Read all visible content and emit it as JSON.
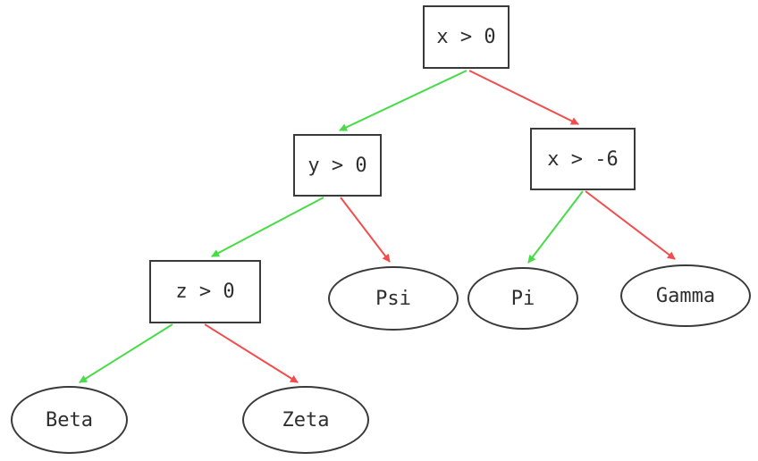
{
  "diagram": {
    "type": "decision-tree",
    "colors": {
      "true_branch": "#47db47",
      "false_branch": "#f34c4c",
      "node_border": "#3a3a3a",
      "node_text": "#2f2f2f",
      "background": "#ffffff"
    },
    "nodes": [
      {
        "id": "root",
        "label": "x > 0",
        "shape": "rect",
        "type": "decision"
      },
      {
        "id": "y0",
        "label": "y > 0",
        "shape": "rect",
        "type": "decision"
      },
      {
        "id": "xm6",
        "label": "x > -6",
        "shape": "rect",
        "type": "decision"
      },
      {
        "id": "z0",
        "label": "z > 0",
        "shape": "rect",
        "type": "decision"
      },
      {
        "id": "psi",
        "label": "Psi",
        "shape": "ellipse",
        "type": "leaf"
      },
      {
        "id": "pi",
        "label": "Pi",
        "shape": "ellipse",
        "type": "leaf"
      },
      {
        "id": "gamma",
        "label": "Gamma",
        "shape": "ellipse",
        "type": "leaf"
      },
      {
        "id": "beta",
        "label": "Beta",
        "shape": "ellipse",
        "type": "leaf"
      },
      {
        "id": "zeta",
        "label": "Zeta",
        "shape": "ellipse",
        "type": "leaf"
      }
    ],
    "edges": [
      {
        "from": "x > 0",
        "to": "y > 0",
        "branch": "true"
      },
      {
        "from": "x > 0",
        "to": "x > -6",
        "branch": "false"
      },
      {
        "from": "y > 0",
        "to": "z > 0",
        "branch": "true"
      },
      {
        "from": "y > 0",
        "to": "Psi",
        "branch": "false"
      },
      {
        "from": "x > -6",
        "to": "Pi",
        "branch": "true"
      },
      {
        "from": "x > -6",
        "to": "Gamma",
        "branch": "false"
      },
      {
        "from": "z > 0",
        "to": "Beta",
        "branch": "true"
      },
      {
        "from": "z > 0",
        "to": "Zeta",
        "branch": "false"
      }
    ]
  }
}
